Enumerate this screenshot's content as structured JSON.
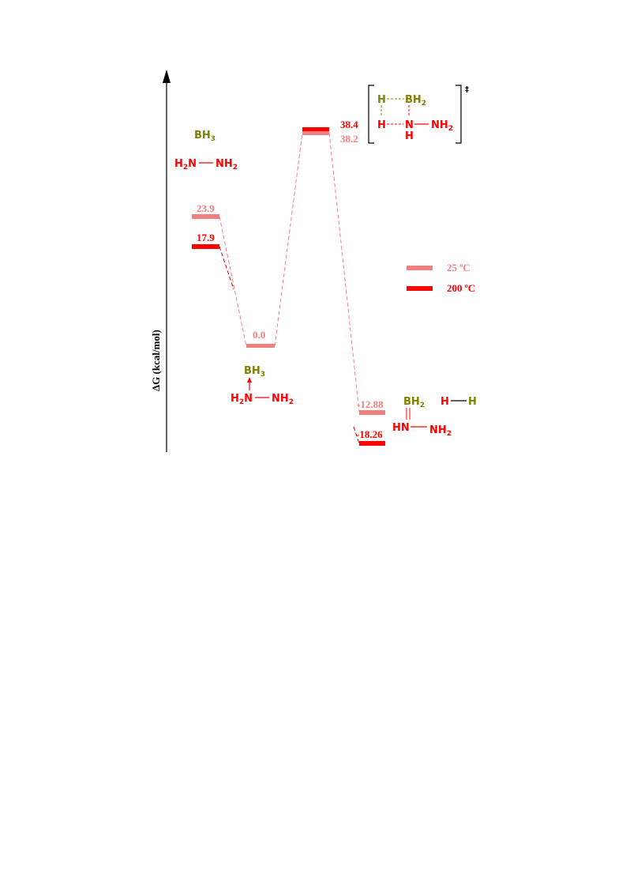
{
  "colors": {
    "t25": "#f08080",
    "t200": "#ff0000",
    "boron": "#808000",
    "axis": "#000000"
  },
  "axis": {
    "label": "ΔG (kcal/mol)"
  },
  "legend": {
    "items": [
      {
        "label": "25 °C",
        "color": "#f08080"
      },
      {
        "label": "200 °C",
        "color": "#ff0000"
      }
    ]
  },
  "chart_data": {
    "type": "energy_profile",
    "ylabel": "ΔG (kcal/mol)",
    "series": [
      {
        "name": "25 °C",
        "values": [
          23.9,
          0.0,
          38.2,
          -12.88
        ]
      },
      {
        "name": "200 °C",
        "values": [
          17.9,
          null,
          38.4,
          -18.26
        ]
      }
    ],
    "labels": {
      "reactant_25": "23.9",
      "reactant_200": "17.9",
      "adduct_25": "0.0",
      "ts_200": "38.4",
      "ts_25": "38.2",
      "product_25": "-12.88",
      "product_200": "-18.26"
    }
  },
  "species": {
    "reactants": {
      "borane": "BH3",
      "hydrazine": "H2N—NH2"
    },
    "adduct": {
      "borane": "BH3",
      "hydrazine": "H2N—NH2"
    },
    "ts": {
      "label": "BH2 / H---N / H / NH2",
      "double_dagger": "‡"
    },
    "products": {
      "aminoborane": "HN=BH2 / NH2",
      "hydrogen": "H—H"
    }
  }
}
